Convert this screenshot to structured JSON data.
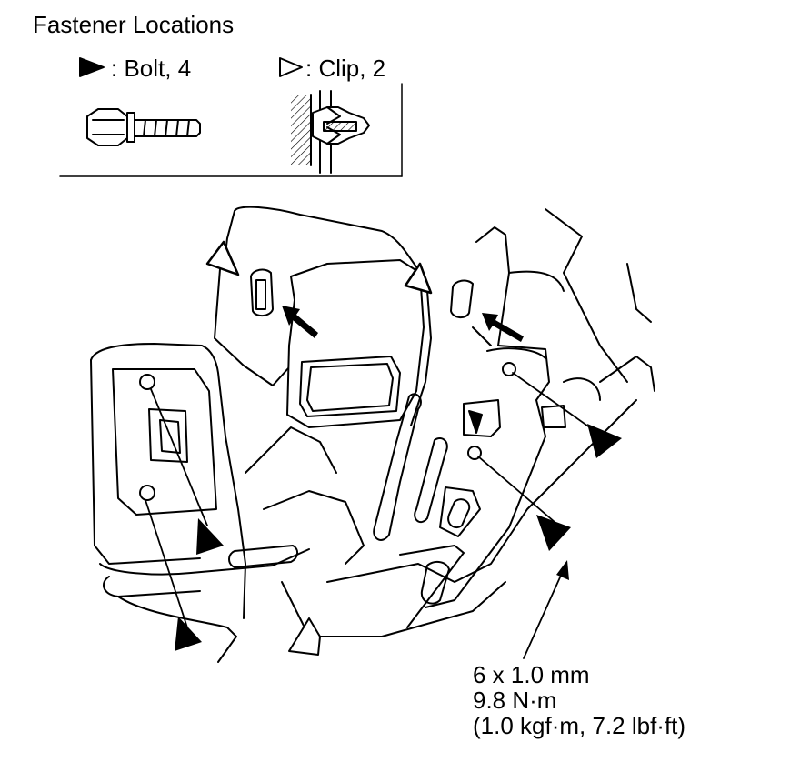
{
  "title": "Fastener Locations",
  "legend": {
    "bolt": {
      "label": ": Bolt, 4",
      "icon": "filled-triangle-icon"
    },
    "clip": {
      "label": ": Clip, 2",
      "icon": "outline-triangle-icon"
    }
  },
  "torque_spec": {
    "size": "6 x 1.0 mm",
    "nm": "9.8 N·m",
    "imperial": "(1.0 kgf·m, 7.2 lbf·ft)"
  }
}
